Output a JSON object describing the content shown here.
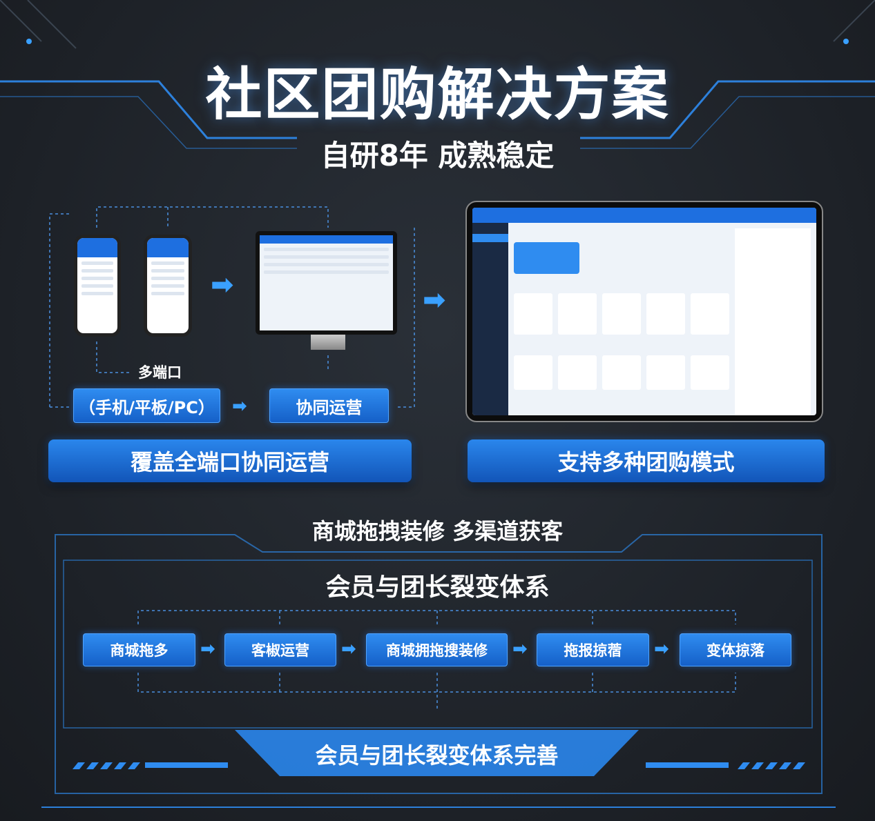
{
  "header": {
    "title": "社区团购解决方案",
    "subtitle": "自研8年 成熟稳定"
  },
  "left_panel": {
    "label_multi": "多端口",
    "button_devices": "（手机/平板/PC）",
    "button_ops": "协同运营",
    "banner": "覆盖全端口协同运营"
  },
  "right_panel": {
    "banner": "支持多种团购模式"
  },
  "middle": {
    "heading": "商城拖拽装修 多渠道获客"
  },
  "bottom": {
    "heading": "会员与团长裂变体系",
    "flow": [
      "商城拖多",
      "客椒运营",
      "商城拥拖搜装修",
      "拖报掠蓿",
      "变体掠落"
    ],
    "banner": "会员与团长裂变体系完善"
  },
  "colors": {
    "accent": "#2a86ec",
    "background": "#1e2329"
  }
}
